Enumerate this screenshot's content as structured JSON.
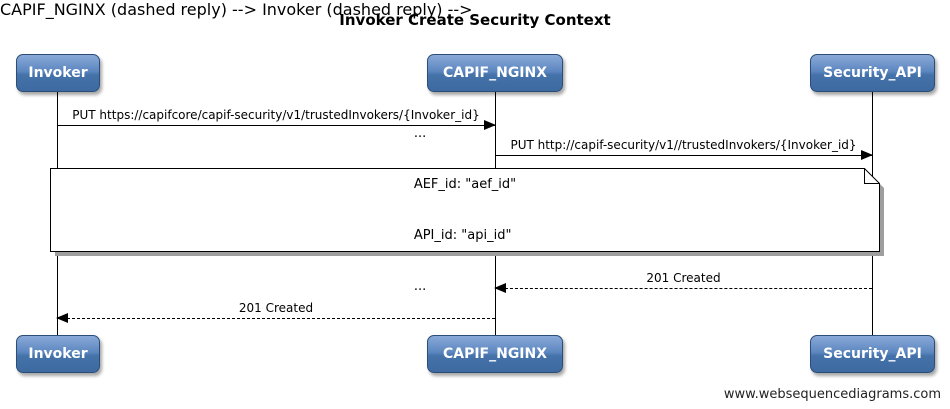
{
  "title": "Invoker Create Security Context",
  "actors": {
    "invoker": {
      "label": "Invoker"
    },
    "capif_nginx": {
      "label": "CAPIF_NGINX"
    },
    "security_api": {
      "label": "Security_API"
    }
  },
  "messages": [
    {
      "label": "PUT https://capifcore/capif-security/v1/trustedInvokers/{Invoker_id}",
      "from": "Invoker",
      "to": "CAPIF_NGINX",
      "type": "solid"
    },
    {
      "label": "PUT http://capif-security/v1//trustedInvokers/{Invoker_id}",
      "from": "CAPIF_NGINX",
      "to": "Security_API",
      "type": "solid"
    },
    {
      "label": "201 Created",
      "from": "Security_API",
      "to": "CAPIF_NGINX",
      "type": "dashed"
    },
    {
      "label": "201 Created",
      "from": "CAPIF_NGINX",
      "to": "Invoker",
      "type": "dashed"
    }
  ],
  "note": {
    "lines": [
      "...",
      "AEF_id: \"aef_id\"",
      "API_id: \"api_id\"",
      "..."
    ]
  },
  "footer": {
    "watermark": "www.websequencediagrams.com"
  },
  "colors": {
    "actor_fill_top": "#89a9d8",
    "actor_fill_bottom": "#3d6aa0",
    "actor_border": "#2c4d75",
    "line": "#000000",
    "note_fill": "#ffffff",
    "note_shadow": "#9e9e9e"
  }
}
